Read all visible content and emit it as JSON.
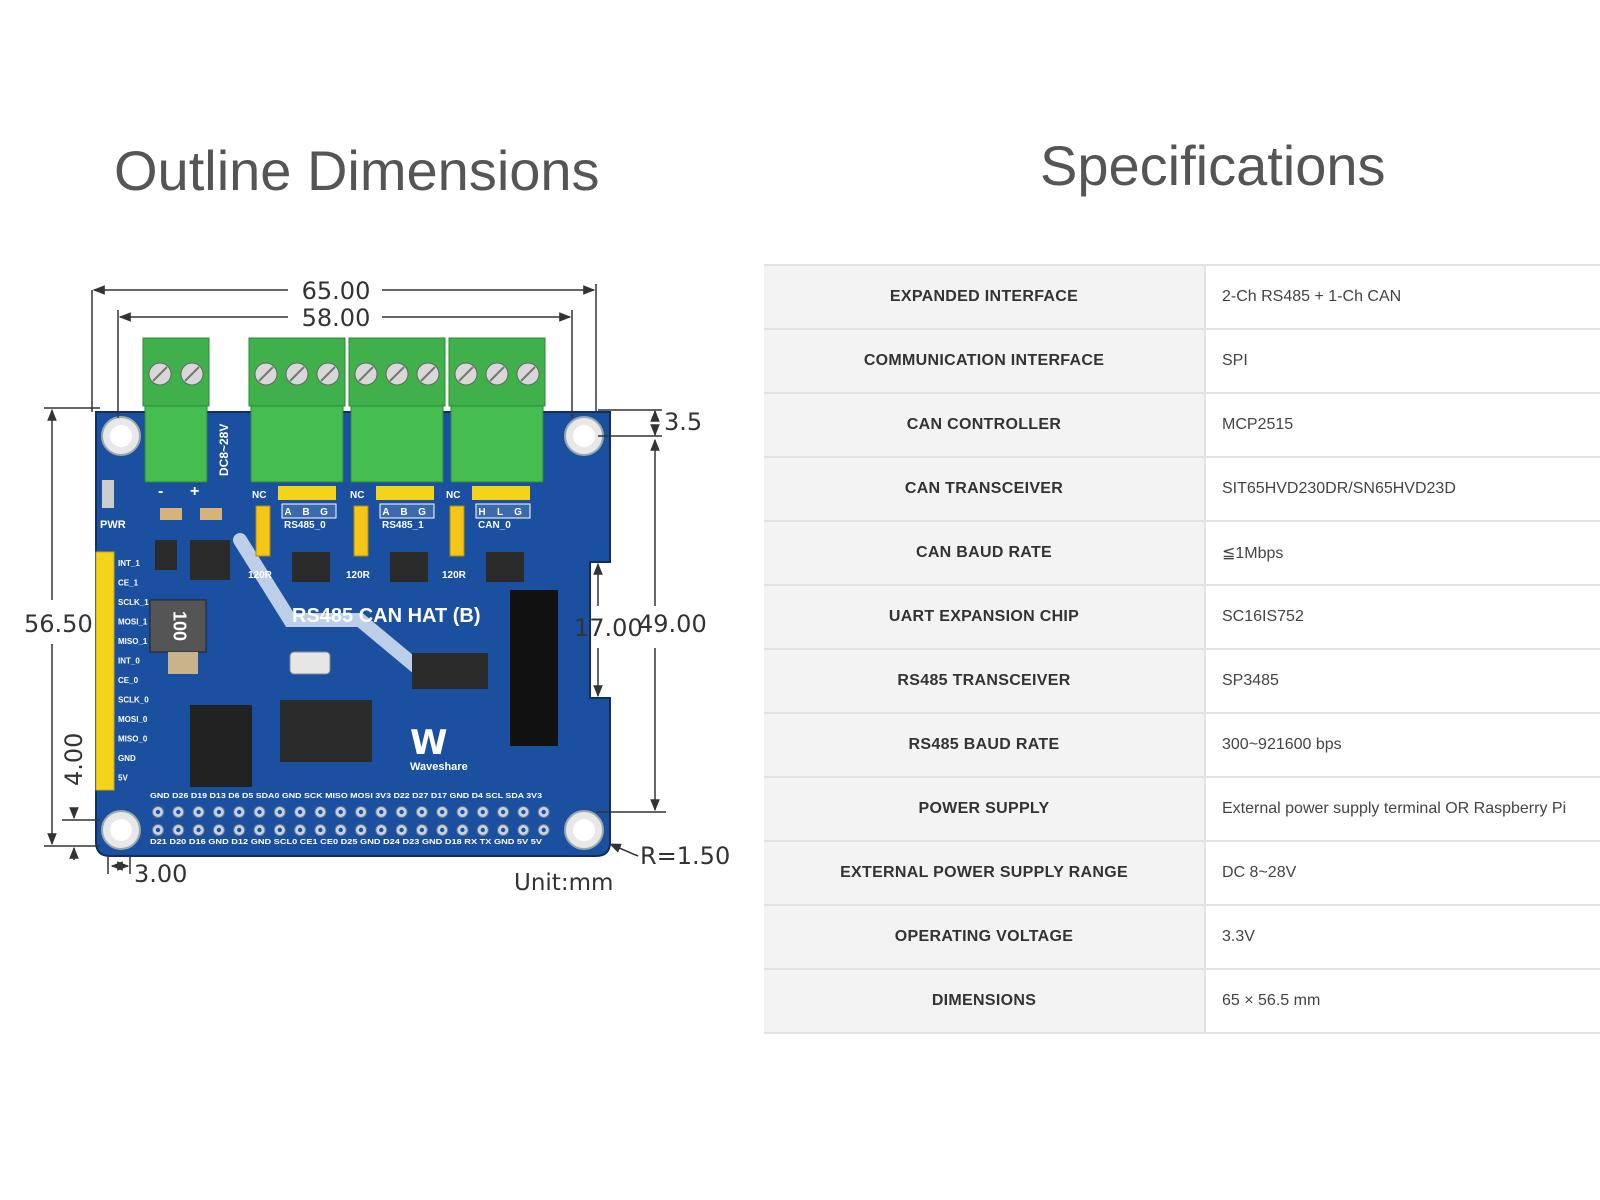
{
  "outline": {
    "title": "Outline Dimensions",
    "dims": {
      "width_overall": "65.00",
      "width_inner": "58.00",
      "top_offset": "3.5",
      "height_overall": "56.50",
      "height_inner": "49.00",
      "slot_height": "17.00",
      "bottom_offset": "4.00",
      "left_offset": "3.00",
      "corner_radius": "R=1.50",
      "unit": "Unit:mm"
    },
    "board": {
      "product_name": "RS485 CAN HAT (B)",
      "brand": "Waveshare",
      "power_input_label": "DC8~28V",
      "pwr_label": "PWR",
      "minus_label": "-",
      "plus_label": "+",
      "nc_label": "NC",
      "term_120r_label": "120R",
      "inductor_label": "100",
      "port_labels": [
        "RS485_0",
        "RS485_1",
        "CAN_0"
      ],
      "pin_letters_rs485": [
        "A",
        "B",
        "G"
      ],
      "pin_letters_can": [
        "H",
        "L",
        "G"
      ],
      "side_pins": [
        "INT_1",
        "CE_1",
        "SCLK_1",
        "MOSI_1",
        "MISO_1",
        "INT_0",
        "CE_0",
        "SCLK_0",
        "MOSI_0",
        "MISO_0",
        "GND",
        "5V"
      ],
      "gpio_top": "GND D26 D19 D13 D6 D5 SDA0 GND SCK MISO MOSI 3V3 D22 D27 D17 GND D4 SCL SDA 3V3",
      "gpio_bottom": "D21 D20 D16 GND D12 GND SCL0 CE1 CE0 D25 GND D24 D23 GND D18 RX TX GND 5V 5V",
      "colors": {
        "pcb": "#1b4fa0",
        "terminal": "#3fb04a",
        "header": "#f4d31a",
        "jumper": "#f5c518",
        "chip": "#2b2b2b"
      }
    }
  },
  "specifications": {
    "title": "Specifications",
    "rows": [
      {
        "label": "EXPANDED INTERFACE",
        "value": "2-Ch RS485 + 1-Ch CAN"
      },
      {
        "label": "COMMUNICATION INTERFACE",
        "value": "SPI"
      },
      {
        "label": "CAN CONTROLLER",
        "value": "MCP2515"
      },
      {
        "label": "CAN TRANSCEIVER",
        "value": "SIT65HVD230DR/SN65HVD23D"
      },
      {
        "label": "CAN BAUD RATE",
        "value": "≦1Mbps"
      },
      {
        "label": "UART EXPANSION CHIP",
        "value": "SC16IS752"
      },
      {
        "label": "RS485 TRANSCEIVER",
        "value": "SP3485"
      },
      {
        "label": "RS485 BAUD RATE",
        "value": "300~921600 bps"
      },
      {
        "label": "POWER SUPPLY",
        "value": "External power supply terminal OR Raspberry Pi"
      },
      {
        "label": "EXTERNAL POWER SUPPLY RANGE",
        "value": "DC 8~28V"
      },
      {
        "label": "OPERATING VOLTAGE",
        "value": "3.3V"
      },
      {
        "label": "DIMENSIONS",
        "value": "65 × 56.5 mm"
      }
    ]
  }
}
